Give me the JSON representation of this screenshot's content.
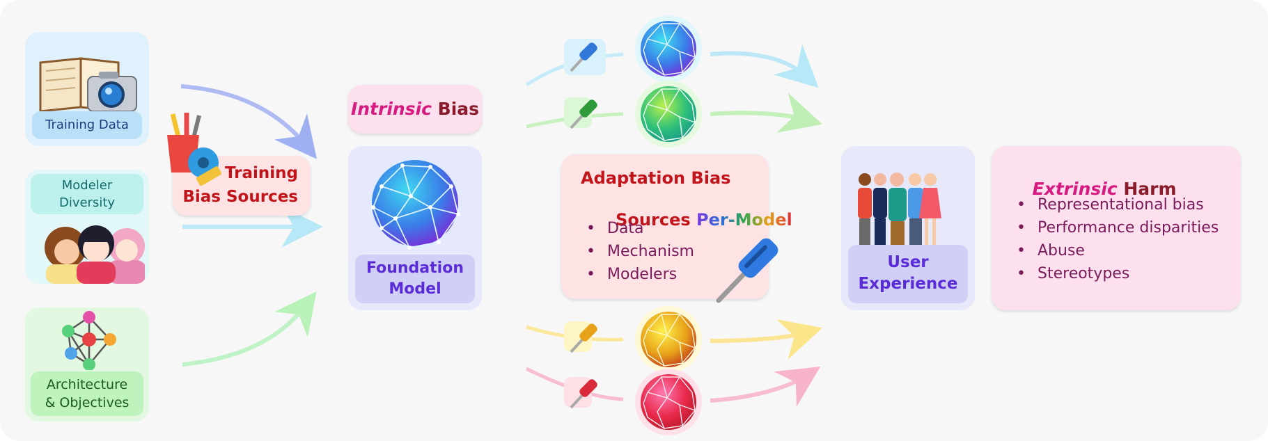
{
  "inputs": {
    "training_data": "Training Data",
    "modeler_diversity": "Modeler\nDiversity",
    "architecture_objectives": "Architecture\n& Objectives"
  },
  "training_bias": {
    "line1": "Training",
    "line2": "Bias Sources"
  },
  "intrinsic": {
    "emph": "Intrinsic",
    "rest": " Bias"
  },
  "foundation_model": "Foundation\nModel",
  "adaptation": {
    "title_line1": "Adaptation Bias",
    "title_line2a": "Sources ",
    "title_line2b": "Per-Model",
    "items": [
      "Data",
      "Mechanism",
      "Modelers"
    ]
  },
  "user_experience": "User\nExperience",
  "extrinsic": {
    "emph": "Extrinsic",
    "rest": " Harm",
    "items": [
      "Representational bias",
      "Performance disparities",
      "Abuse",
      "Stereotypes"
    ]
  },
  "colors": {
    "training_bias_text": "#c2151b",
    "accent_magenta": "#d61a7f",
    "dark_red": "#8b1a2b",
    "foundation_text": "#5a2bd6",
    "adaptation_text": "#c2151b",
    "list_text": "#7a1a5a"
  },
  "icons": {
    "training_data": "book-camera-icon",
    "modeler_diversity": "people-faces-icon",
    "architecture": "network-graph-icon",
    "training_bias": "pencil-cup-tape-icon",
    "adaptation": "screwdriver-icon",
    "user_experience": "people-group-icon",
    "foundation_model": "globe-mesh-icon"
  }
}
